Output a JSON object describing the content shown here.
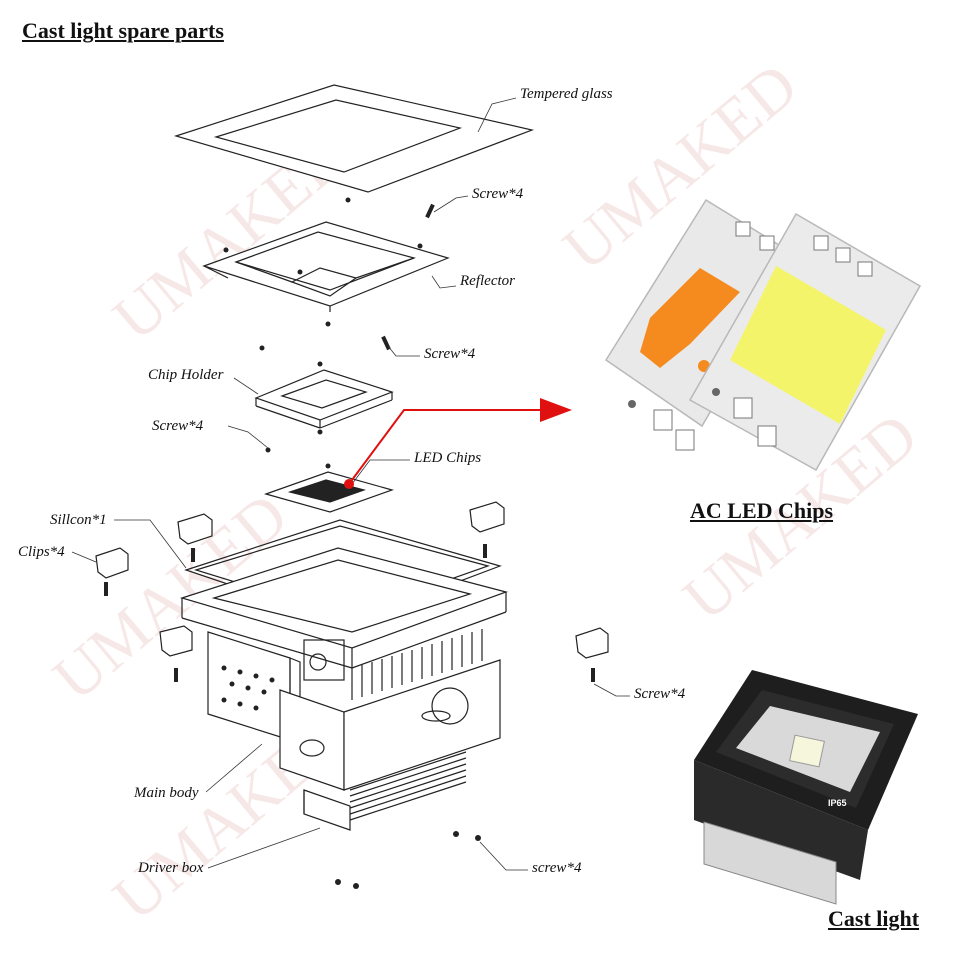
{
  "title": "Cast light spare parts",
  "watermark": "UMAKED",
  "labels": {
    "tempered_glass": "Tempered glass",
    "screw_1": "Screw*4",
    "reflector": "Reflector",
    "screw_2": "Screw*4",
    "chip_holder": "Chip Holder",
    "screw_3": "Screw*4",
    "led_chips": "LED Chips",
    "silicon": "Sillcon*1",
    "clips": "Clips*4",
    "screw_4": "Screw*4",
    "main_body": "Main body",
    "driver_box": "Driver box",
    "screw_5": "screw*4"
  },
  "captions": {
    "ac_led_chips": "AC LED Chips",
    "cast_light": "Cast light"
  },
  "product_marks": {
    "ip_rating": "IP65"
  },
  "colors": {
    "arrow": "#e01010",
    "chip_warm": "#f58a1f",
    "chip_cool": "#f4f46a",
    "board": "#e9e9e9",
    "housing": "#1e1e1e"
  }
}
